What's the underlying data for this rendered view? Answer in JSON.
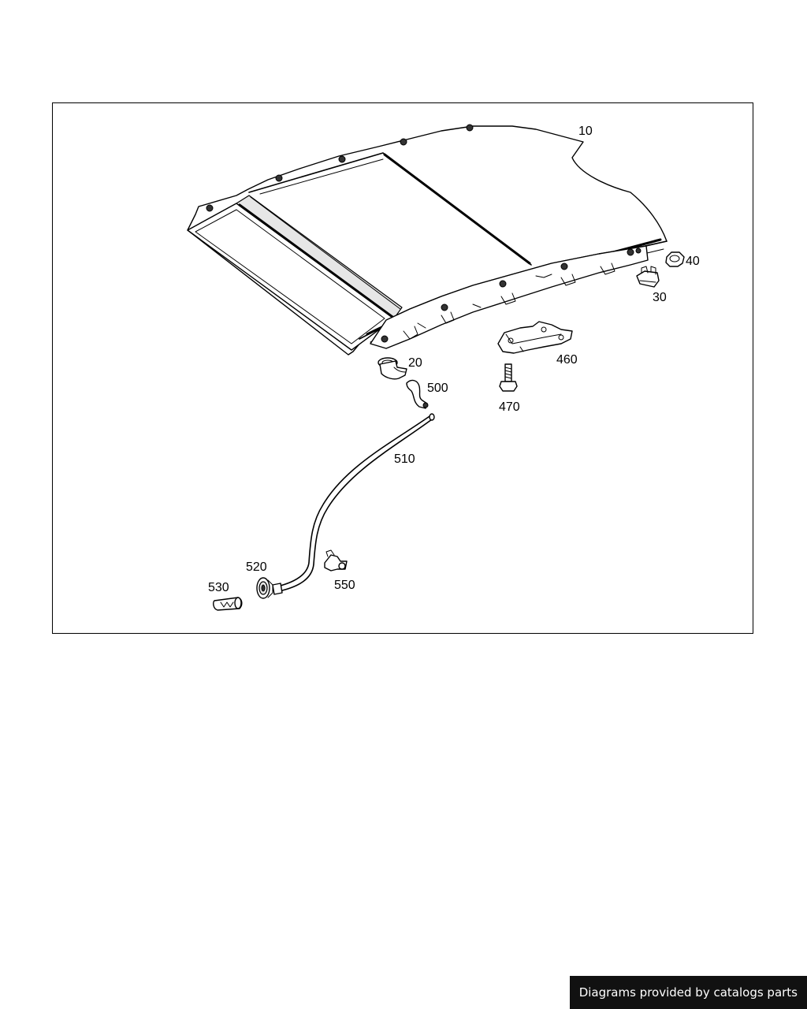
{
  "diagram": {
    "callouts": {
      "p10": "10",
      "p20": "20",
      "p30": "30",
      "p40": "40",
      "p460": "460",
      "p470": "470",
      "p500": "500",
      "p510": "510",
      "p520": "520",
      "p530": "530",
      "p550": "550"
    }
  },
  "credit": {
    "text": "Diagrams provided by catalogs parts"
  }
}
